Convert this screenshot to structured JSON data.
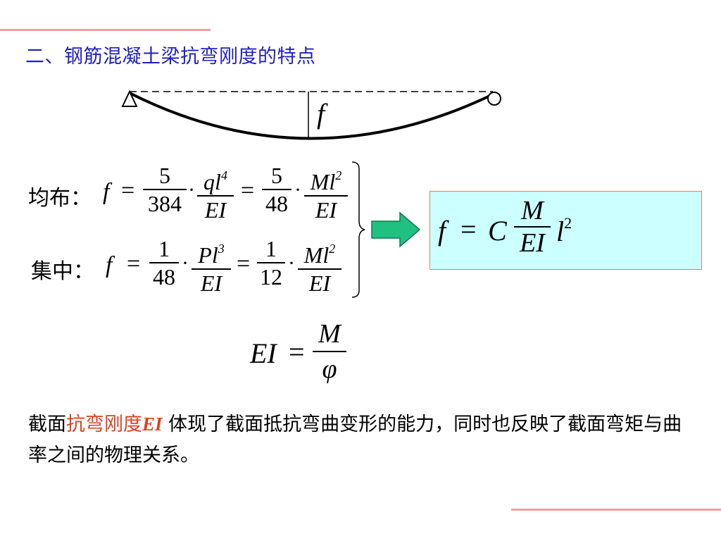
{
  "title": "二、钢筋混凝土梁抗弯刚度的特点",
  "diagram": {
    "deflection_symbol": "f"
  },
  "formulas": {
    "uniform": {
      "label": "均布：",
      "lhs": "f",
      "eq": "=",
      "frac1": {
        "num": "5",
        "den": "384"
      },
      "frac2": {
        "num": "ql",
        "num_sup": "4",
        "den": "EI"
      },
      "frac3": {
        "num": "5",
        "den": "48"
      },
      "frac4": {
        "num": "Ml",
        "num_sup": "2",
        "den": "EI"
      }
    },
    "concentrated": {
      "label": "集中：",
      "lhs": "f",
      "eq": "=",
      "frac1": {
        "num": "1",
        "den": "48"
      },
      "frac2": {
        "num": "Pl",
        "num_sup": "3",
        "den": "EI"
      },
      "frac3": {
        "num": "1",
        "den": "12"
      },
      "frac4": {
        "num": "Ml",
        "num_sup": "2",
        "den": "EI"
      }
    },
    "general": {
      "lhs": "f",
      "eq": "=",
      "coef": "C",
      "num": "M",
      "den": "EI",
      "tail": "l",
      "tail_sup": "2"
    },
    "stiffness": {
      "lhs": "EI",
      "eq": "=",
      "num": "M",
      "den": "φ"
    }
  },
  "paragraph": {
    "part1": "截面",
    "highlight": "抗弯刚度",
    "highlight_sym": "EI",
    "part2": " 体现了截面抵抗弯曲变形的能力，同时也反映了截面弯矩与曲率之间的物理关系。"
  },
  "colors": {
    "title": "#2020c0",
    "highlight": "#e04020",
    "box_fill": "#ccffff",
    "box_border": "#e08060",
    "arrow": "#20c080",
    "rule_lines": "#f0a0a0"
  }
}
